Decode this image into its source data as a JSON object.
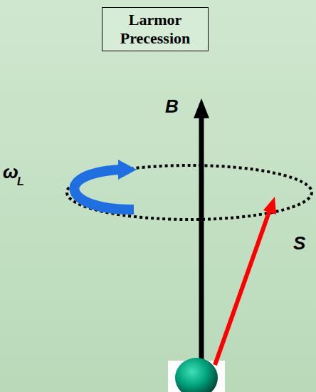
{
  "diagram": {
    "nodes": [
      {
        "text": [
          "Larmor Precession"
        ]
      }
    ],
    "labels": [
      "B",
      "ω",
      "L",
      "S"
    ]
  }
}
